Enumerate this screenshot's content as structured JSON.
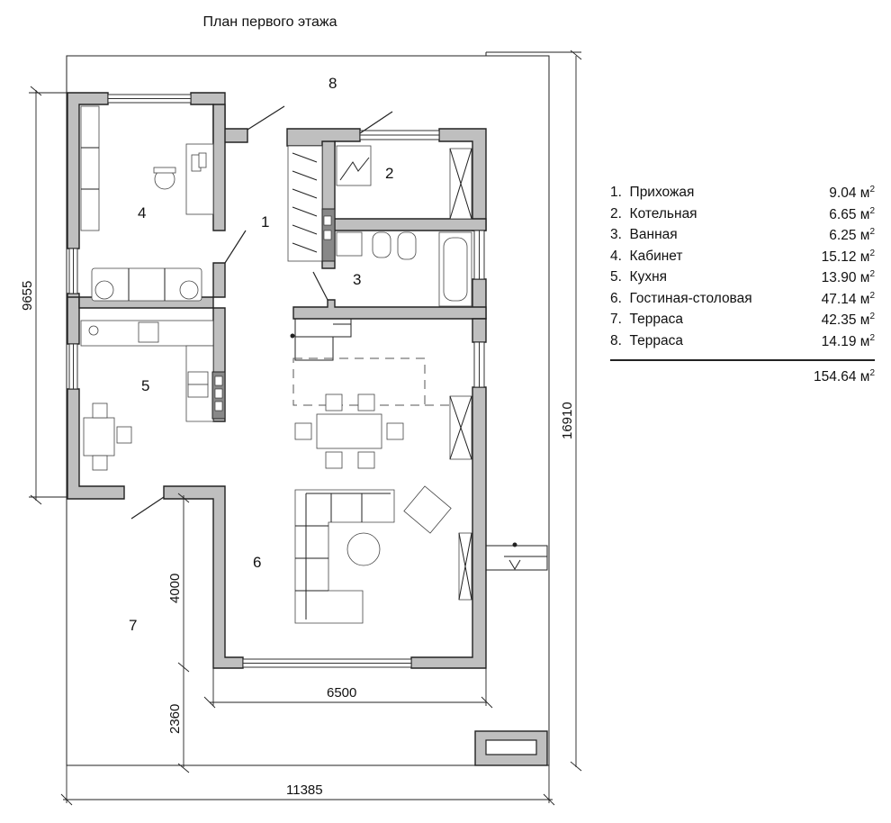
{
  "title": "План первого этажа",
  "rooms": [
    {
      "num": "1",
      "name": "Прихожая",
      "area": "9.04"
    },
    {
      "num": "2",
      "name": "Котельная",
      "area": "6.65"
    },
    {
      "num": "3",
      "name": "Ванная",
      "area": "6.25"
    },
    {
      "num": "4",
      "name": "Кабинет",
      "area": "15.12"
    },
    {
      "num": "5",
      "name": "Кухня",
      "area": "13.90"
    },
    {
      "num": "6",
      "name": "Гостиная-столовая",
      "area": "47.14"
    },
    {
      "num": "7",
      "name": "Терраса",
      "area": "42.35"
    },
    {
      "num": "8",
      "name": "Терраса",
      "area": "14.19"
    }
  ],
  "area_unit": "м",
  "area_unit_power": "2",
  "total_area": "154.64",
  "dimensions": {
    "overall_width": "11385",
    "overall_height": "16910",
    "house_upper_height": "9655",
    "living_width": "6500",
    "living_height": "4000",
    "terrace_depth": "2360"
  }
}
